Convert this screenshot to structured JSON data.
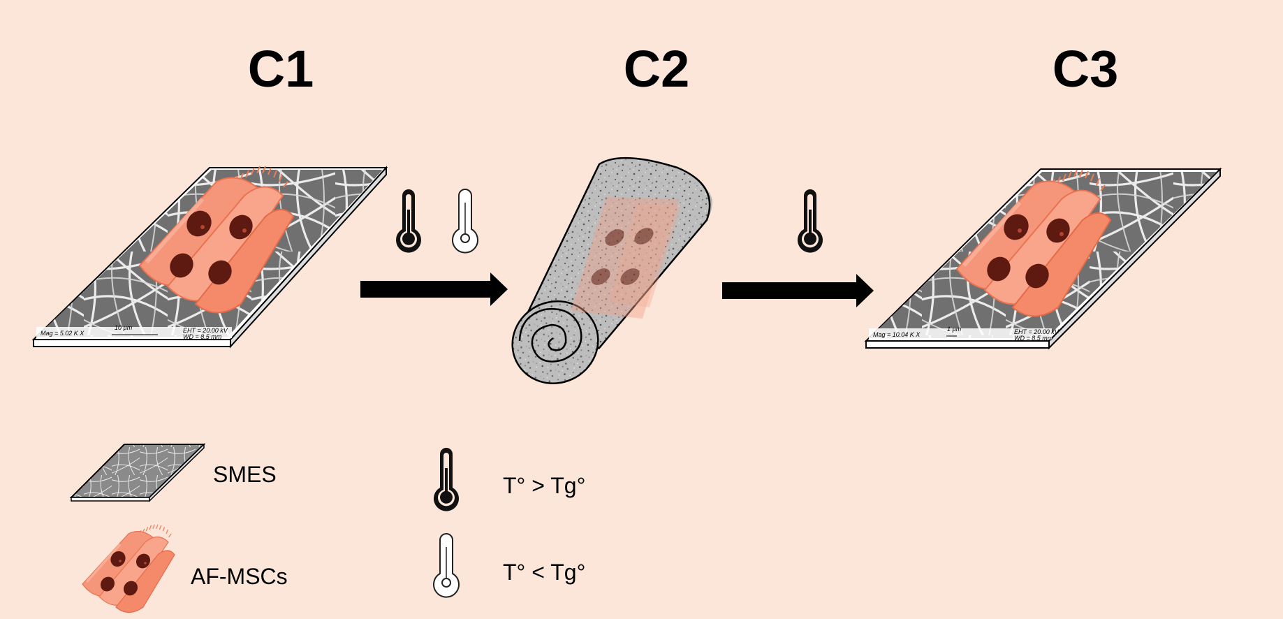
{
  "panels": {
    "c1": {
      "label": "C1",
      "sem": {
        "mag": "Mag =  5.02 K X",
        "scale": "10 µm",
        "eht": "EHT = 20.00 kV",
        "wd": "WD =  8.5 mm"
      }
    },
    "c2": {
      "label": "C2"
    },
    "c3": {
      "label": "C3",
      "sem": {
        "mag": "Mag =  10.04 K X",
        "scale": "1 µm",
        "eht": "EHT = 20.00 kV",
        "wd": "WD =  8.5 mm"
      }
    }
  },
  "legend": {
    "smes": "SMES",
    "cells": "AF-MSCs",
    "hot": "T° > Tg°",
    "cold": "T° < Tg°"
  },
  "icons": [
    "thermometer-filled-icon",
    "thermometer-empty-icon",
    "arrow-right-icon"
  ],
  "colors": {
    "background": "#fbe6d9",
    "cell": "#f48a6a",
    "nucleus": "#6b1d12",
    "fiber": "#e8e8e8",
    "mesh_bg": "#6e6e6e"
  }
}
